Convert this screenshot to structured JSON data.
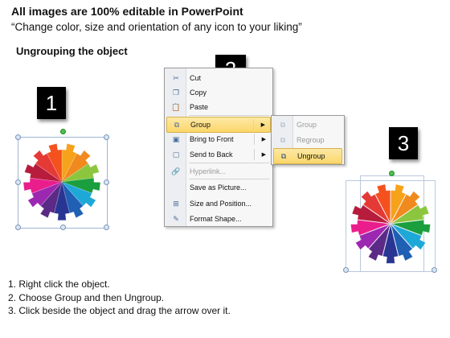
{
  "header": {
    "title": "All images are 100% editable in PowerPoint",
    "subtitle": "“Change color, size and orientation of any icon to your liking”"
  },
  "section_title": "Ungrouping the object",
  "badges": [
    "1",
    "2",
    "3"
  ],
  "context_menu": {
    "items": [
      {
        "label": "Cut",
        "icon": "scissors-icon"
      },
      {
        "label": "Copy",
        "icon": "copy-icon"
      },
      {
        "label": "Paste",
        "icon": "paste-icon"
      },
      {
        "label": "Group",
        "icon": "group-icon",
        "submenu": true,
        "highlighted": true
      },
      {
        "label": "Bring to Front",
        "icon": "bring-to-front-icon",
        "submenu": true
      },
      {
        "label": "Send to Back",
        "icon": "send-to-back-icon",
        "submenu": true
      },
      {
        "label": "Hyperlink...",
        "icon": "hyperlink-icon",
        "disabled": true
      },
      {
        "label": "Save as Picture...",
        "icon": "none"
      },
      {
        "label": "Size and Position...",
        "icon": "size-position-icon"
      },
      {
        "label": "Format Shape...",
        "icon": "format-shape-icon"
      }
    ]
  },
  "submenu": {
    "items": [
      {
        "label": "Group",
        "disabled": true
      },
      {
        "label": "Regroup",
        "disabled": true
      },
      {
        "label": "Ungroup",
        "highlighted": true
      }
    ]
  },
  "steps": [
    "1.  Right click the object.",
    "2.  Choose Group and then Ungroup.",
    "3.  Click beside the object and drag the arrow over it."
  ],
  "colors": {
    "highlight": "#fbd66a",
    "badge": "#000000",
    "wheel": [
      "#f6a21a",
      "#f08a1e",
      "#8cc63f",
      "#1b9e3e",
      "#1ea8d8",
      "#1f5fb4",
      "#283593",
      "#5b2a86",
      "#9c27b0",
      "#e91e8c",
      "#b71c3c",
      "#e53935",
      "#f4511e"
    ]
  }
}
